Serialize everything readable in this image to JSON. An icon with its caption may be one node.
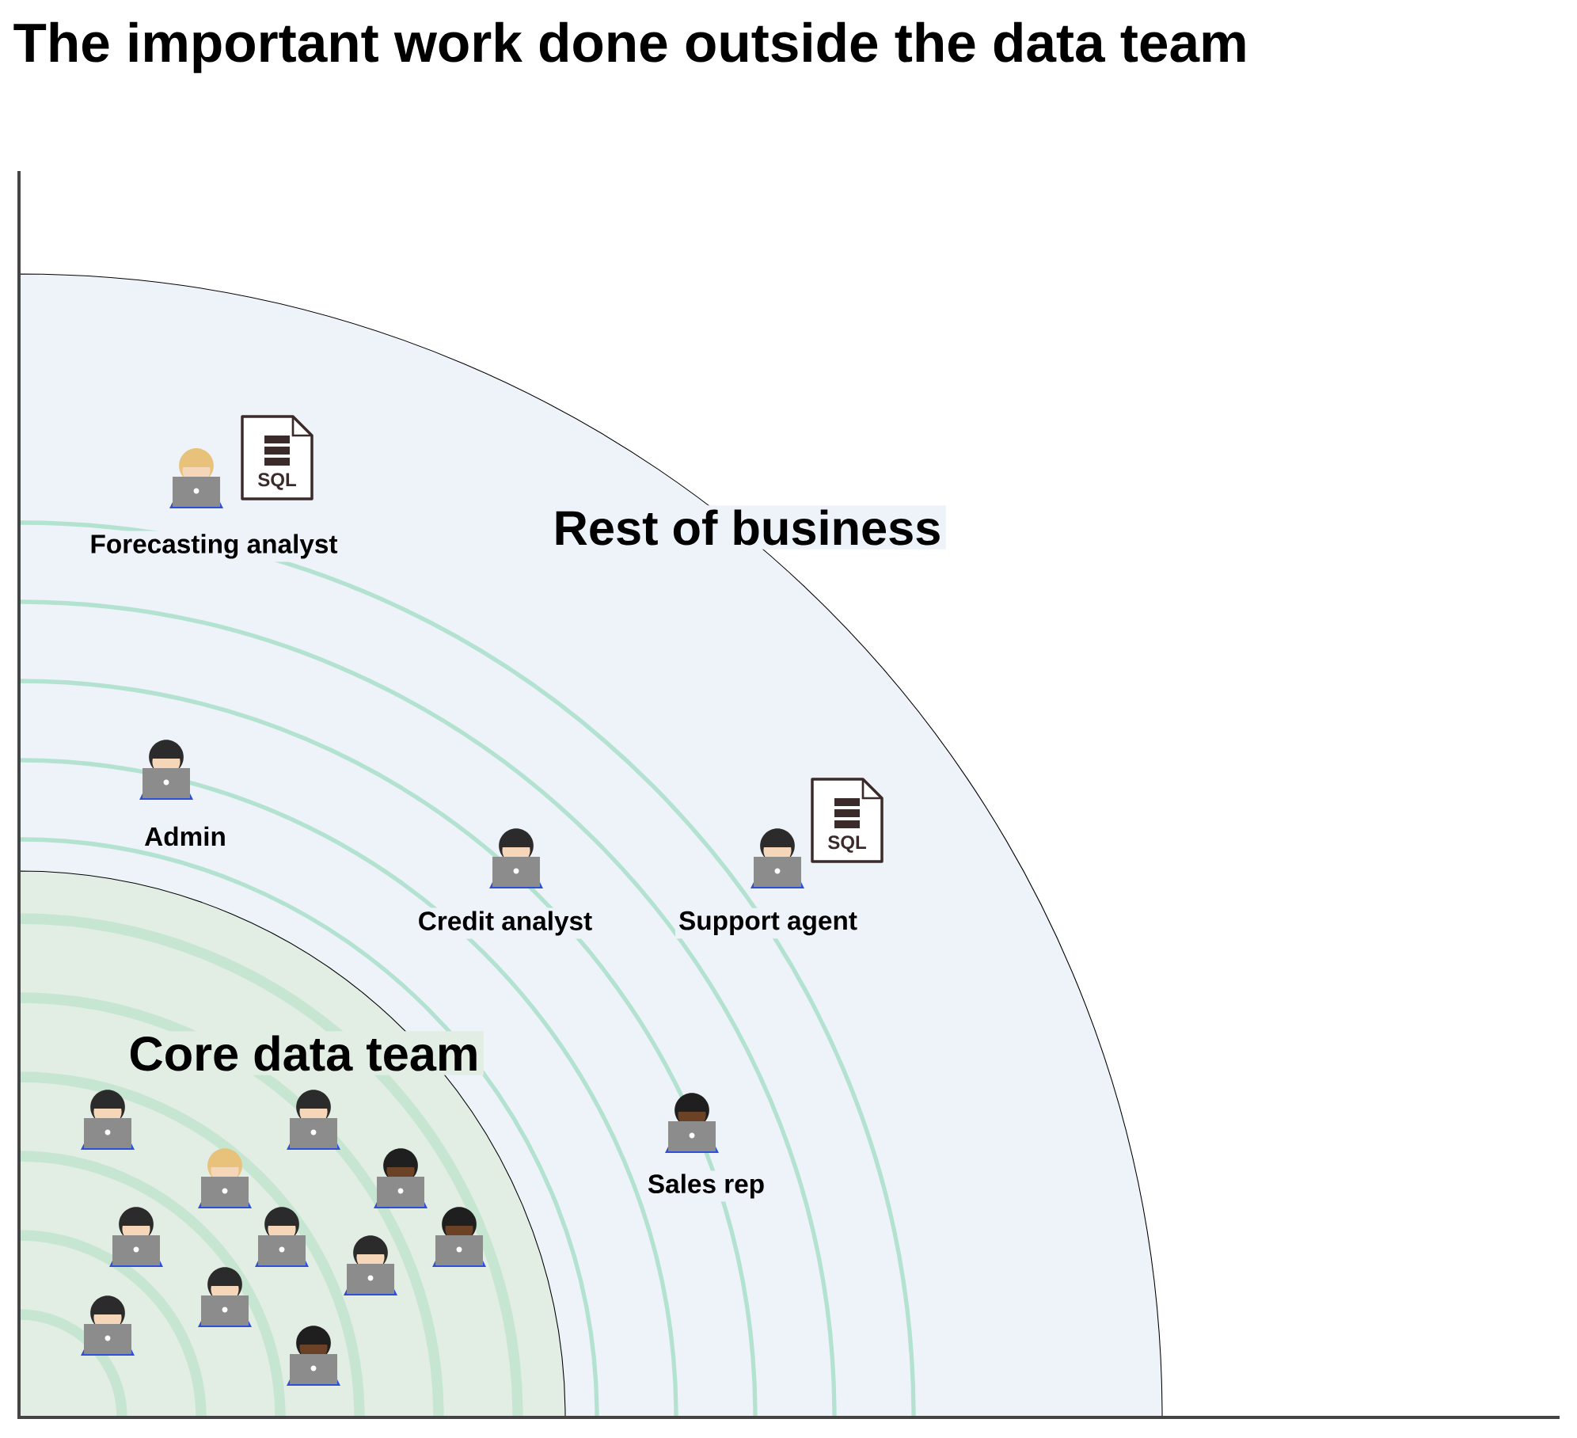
{
  "diagram": {
    "title": "The important work done outside the data team",
    "nodes": [
      {
        "text": [
          "Rest of business"
        ]
      },
      {
        "text": [
          "Core data team"
        ],
        "in": 0
      },
      {
        "text": [
          "Forecasting analyst"
        ],
        "in": 0
      },
      {
        "text": [
          "Admin"
        ],
        "in": 0
      },
      {
        "text": [
          "Credit analyst"
        ],
        "in": 0
      },
      {
        "text": [
          "Support agent"
        ],
        "in": 0
      },
      {
        "text": [
          "Sales rep"
        ],
        "in": 0
      }
    ],
    "labels": [
      "SQL",
      "SQL"
    ]
  }
}
